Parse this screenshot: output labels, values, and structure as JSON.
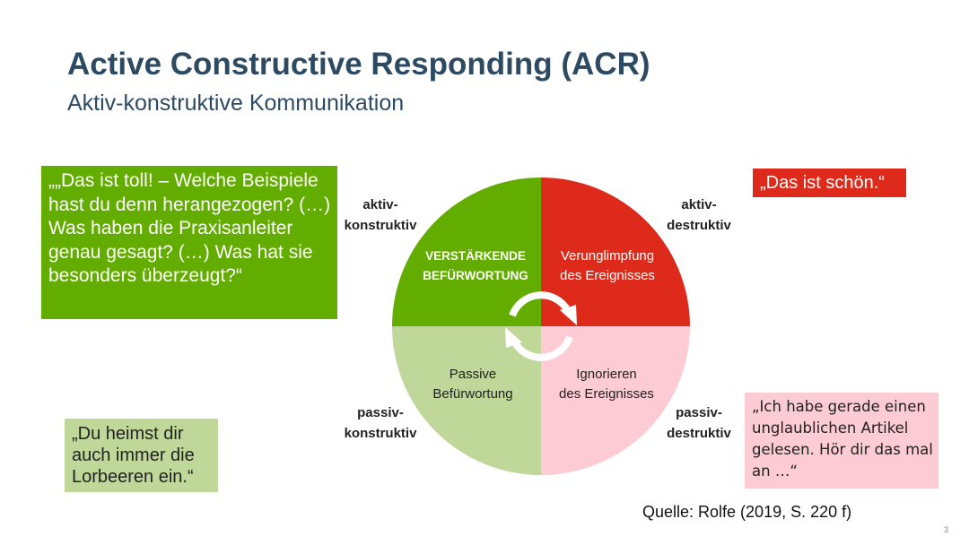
{
  "slide": {
    "title": "Active Constructive Responding (ACR)",
    "subtitle": "Aktiv-konstruktive Kommunikation",
    "source": "Quelle: Rolfe (2019, S. 220 f)",
    "page_number": "3"
  },
  "examples": {
    "aktiv_konstruktiv": "„„Das ist toll! – Welche Beispiele hast du denn herangezogen? (…) Was haben die Praxisanleiter genau gesagt? (…) Was hat sie besonders überzeugt?“",
    "aktiv_destruktiv": "„Das ist schön.“",
    "passiv_konstruktiv": "„Du heimst dir auch immer die Lorbeeren ein.“",
    "passiv_destruktiv": "„Ich habe gerade einen unglaublichen Artikel gelesen. Hör dir das mal an …“"
  },
  "axis_labels": {
    "top_left": [
      "aktiv-",
      "konstruktiv"
    ],
    "top_right": [
      "aktiv-",
      "destruktiv"
    ],
    "bottom_left": [
      "passiv-",
      "konstruktiv"
    ],
    "bottom_right": [
      "passiv-",
      "destruktiv"
    ]
  },
  "quadrants": {
    "top_left": {
      "lines": [
        "VERSTÄRKENDE",
        "BEFÜRWORTUNG"
      ],
      "color": "#63ac00",
      "text_color": "#ffffff"
    },
    "top_right": {
      "lines": [
        "Verunglimpfung",
        "des Ereignisses"
      ],
      "color": "#de2a1b",
      "text_color": "#ffffff"
    },
    "bottom_left": {
      "lines": [
        "Passive",
        "Befürwortung"
      ],
      "color": "#bfd799",
      "text_color": "#222222"
    },
    "bottom_right": {
      "lines": [
        "Ignorieren",
        "des Ereignisses"
      ],
      "color": "#fdcbd3",
      "text_color": "#222222"
    }
  },
  "colors": {
    "title": "#2d4a63",
    "cycle_arrows": "#ffffff"
  }
}
